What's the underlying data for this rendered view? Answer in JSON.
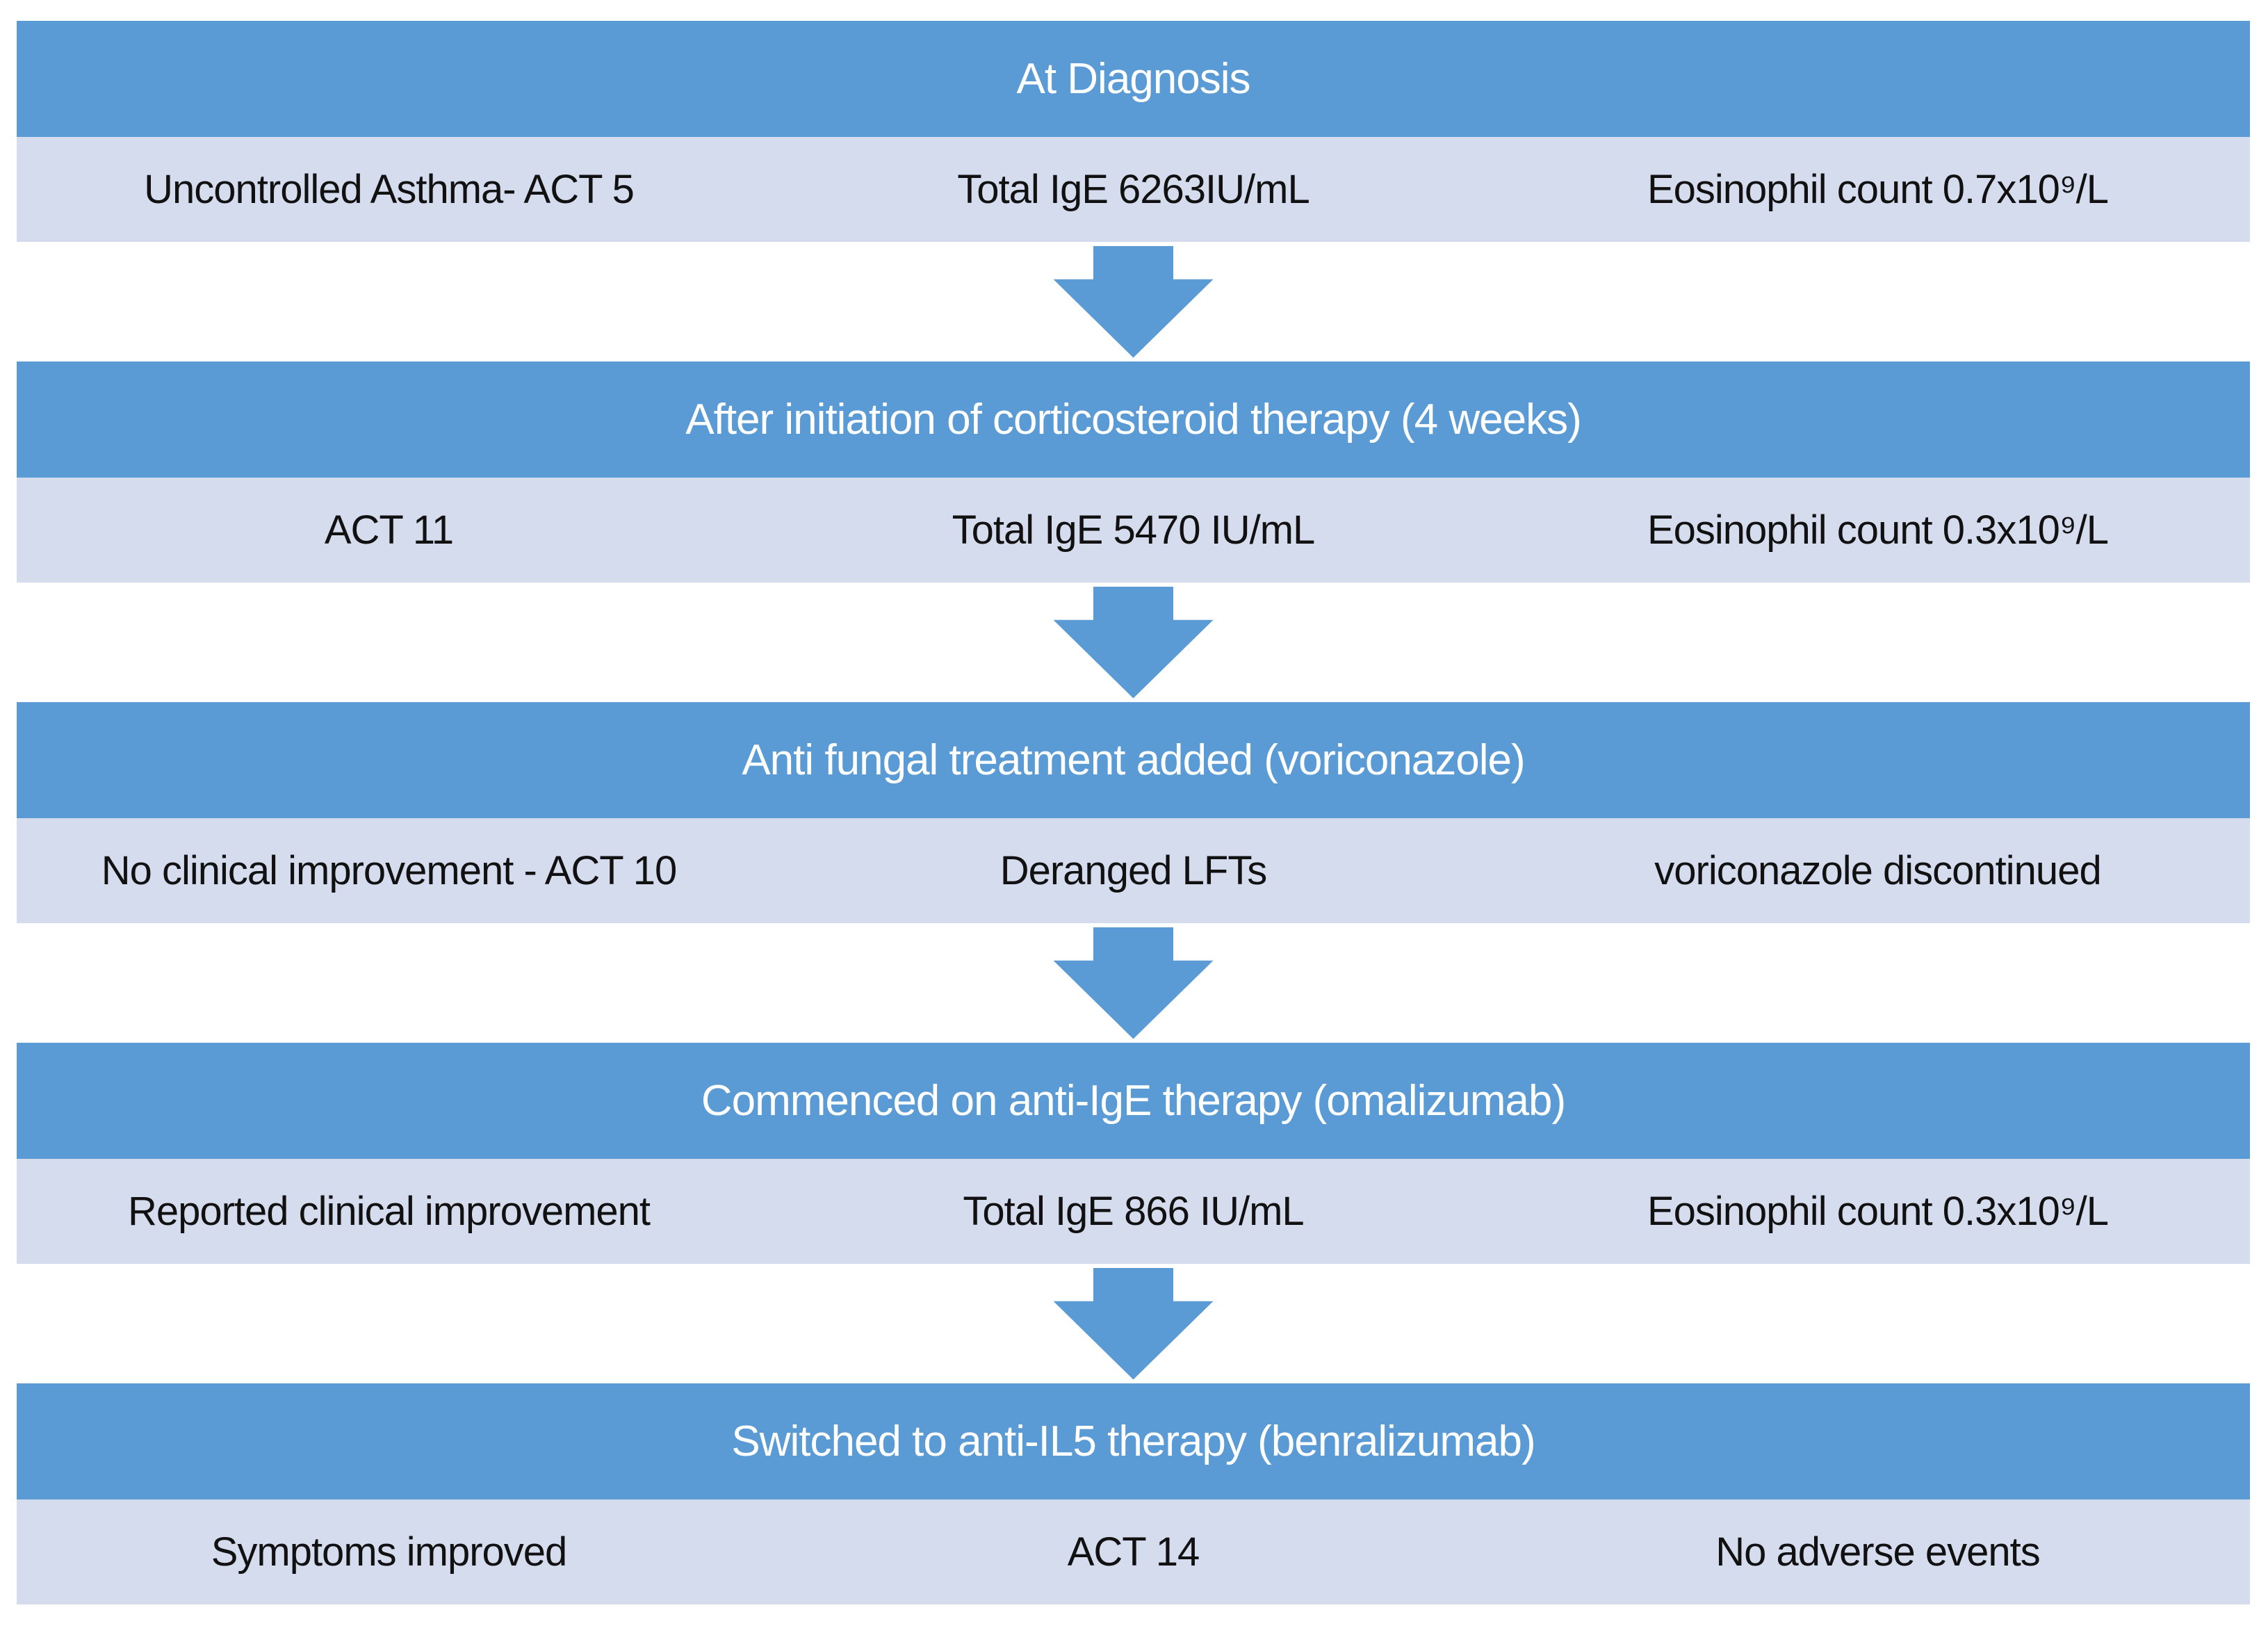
{
  "colors": {
    "header_bg": "#5b9bd5",
    "row_bg": "#d5dcee",
    "arrow": "#5b9bd5",
    "header_text": "#ffffff",
    "row_text": "#111111"
  },
  "flow": {
    "steps": [
      {
        "title": "At Diagnosis",
        "cells": [
          "Uncontrolled Asthma- ACT 5",
          "Total IgE 6263IU/mL",
          "Eosinophil count 0.7x10⁹/L"
        ]
      },
      {
        "title": "After initiation of corticosteroid therapy (4 weeks)",
        "cells": [
          "ACT 11",
          "Total IgE 5470 IU/mL",
          "Eosinophil count 0.3x10⁹/L"
        ]
      },
      {
        "title": "Anti fungal treatment added (voriconazole)",
        "cells": [
          "No clinical improvement - ACT 10",
          "Deranged LFTs",
          "voriconazole discontinued"
        ]
      },
      {
        "title": "Commenced on anti-IgE therapy (omalizumab)",
        "cells": [
          "Reported clinical improvement",
          "Total IgE 866 IU/mL",
          "Eosinophil count 0.3x10⁹/L"
        ]
      },
      {
        "title": "Switched to anti-IL5 therapy (benralizumab)",
        "cells": [
          "Symptoms improved",
          "ACT 14",
          "No adverse events"
        ]
      }
    ]
  }
}
